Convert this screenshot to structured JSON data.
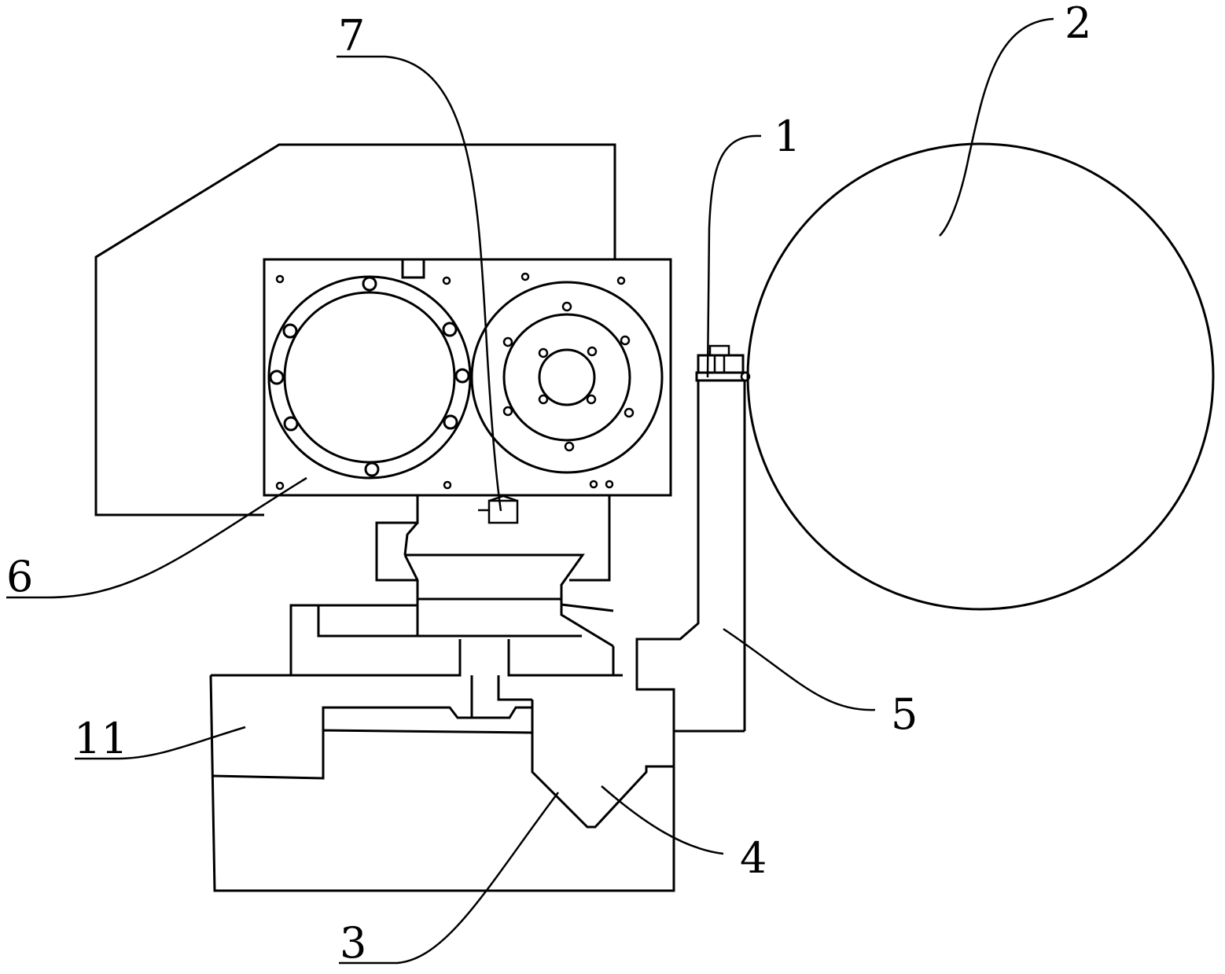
{
  "labels": {
    "l1": "1",
    "l2": "2",
    "l3": "3",
    "l4": "4",
    "l5": "5",
    "l6": "6",
    "l7": "7",
    "l11": "11"
  }
}
